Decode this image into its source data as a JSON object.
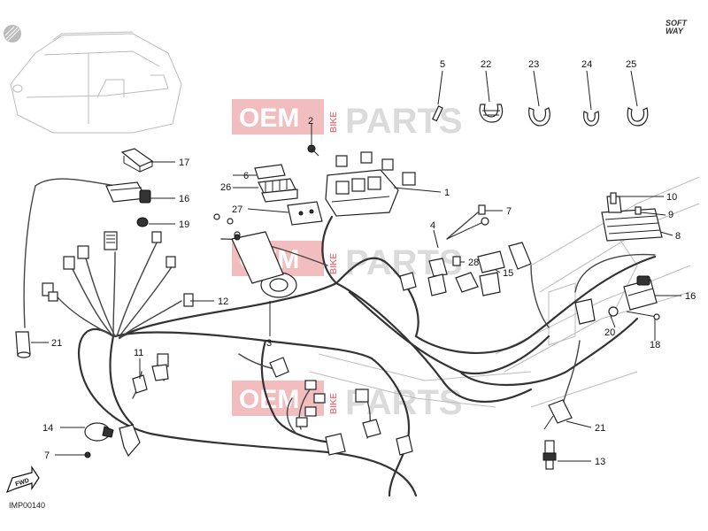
{
  "diagram_code": "IMP00140",
  "logo": {
    "line1": "SOFT",
    "line2": "WAY"
  },
  "watermark": {
    "oem": "OEM",
    "bike": "BIKE",
    "parts": "PARTS"
  },
  "fwd_label": "FWD",
  "colors": {
    "watermark_red": "#e8868b",
    "line": "#222222"
  },
  "callouts": {
    "c1": "1",
    "c2": "2",
    "c3": "3",
    "c4": "4",
    "c5": "5",
    "c6": "6",
    "c7a": "7",
    "c7b": "7",
    "c8": "8",
    "c9": "9",
    "c10": "10",
    "c11": "11",
    "c12": "12",
    "c13": "13",
    "c14": "14",
    "c15": "15",
    "c16a": "16",
    "c16b": "16",
    "c17": "17",
    "c18": "18",
    "c19": "19",
    "c20": "20",
    "c21a": "21",
    "c21b": "21",
    "c22": "22",
    "c23": "23",
    "c24": "24",
    "c25": "25",
    "c26": "26",
    "c27": "27",
    "c28": "28"
  }
}
